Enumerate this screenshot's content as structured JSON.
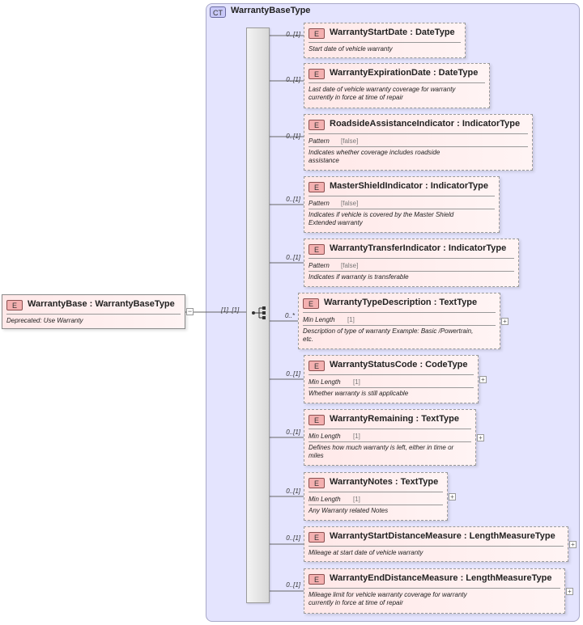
{
  "complex_type": {
    "badge": "CT",
    "name": "WarrantyBaseType"
  },
  "root": {
    "badge": "E",
    "title": "WarrantyBase : WarrantyBaseType",
    "doc": "Deprecated: Use Warranty",
    "collapse_symbol": "−"
  },
  "sequence": {
    "cardinality": "[1]..[1]"
  },
  "elements": [
    {
      "title": "WarrantyStartDate : DateType",
      "card": "0..[1]",
      "doc": [
        "Start date of vehicle warranty"
      ]
    },
    {
      "title": "WarrantyExpirationDate : DateType",
      "card": "0..[1]",
      "doc": [
        "Last date of vehicle warranty coverage for warranty",
        "currently in force at time of repair"
      ]
    },
    {
      "title": "RoadsideAssistanceIndicator : IndicatorType",
      "card": "0..[1]",
      "facet": "Pattern",
      "facet_val": "[false]",
      "doc": [
        "Indicates whether coverage includes roadside",
        "assistance"
      ]
    },
    {
      "title": "MasterShieldIndicator : IndicatorType",
      "card": "0..[1]",
      "facet": "Pattern",
      "facet_val": "[false]",
      "doc": [
        "Indicates if vehicle is covered by the Master Shield",
        "Extended warranty"
      ]
    },
    {
      "title": "WarrantyTransferIndicator : IndicatorType",
      "card": "0..[1]",
      "facet": "Pattern",
      "facet_val": "[false]",
      "doc": [
        "Indicates if warranty is transferable"
      ]
    },
    {
      "title": "WarrantyTypeDescription : TextType",
      "card": "0..*",
      "facet": "Min Length",
      "facet_val": "[1]",
      "doc": [
        "Description of type of warranty Example: Basic /Powertrain,",
        "etc."
      ]
    },
    {
      "title": "WarrantyStatusCode : CodeType",
      "card": "0..[1]",
      "facet": "Min Length",
      "facet_val": "[1]",
      "doc": [
        "Whether warranty is still applicable"
      ]
    },
    {
      "title": "WarrantyRemaining : TextType",
      "card": "0..[1]",
      "facet": "Min Length",
      "facet_val": "[1]",
      "doc": [
        "Defines how much warranty is left, either in time or",
        "miles"
      ]
    },
    {
      "title": "WarrantyNotes : TextType",
      "card": "0..[1]",
      "facet": "Min Length",
      "facet_val": "[1]",
      "doc": [
        "Any Warranty related Notes"
      ]
    },
    {
      "title": "WarrantyStartDistanceMeasure : LengthMeasureType",
      "card": "0..[1]",
      "doc": [
        "Mileage at start date of vehicle warranty"
      ]
    },
    {
      "title": "WarrantyEndDistanceMeasure : LengthMeasureType",
      "card": "0..[1]",
      "doc": [
        "Mileage limit for vehicle warranty coverage for warranty",
        "currently in force at time of repair"
      ]
    }
  ],
  "expand_symbol": "+",
  "element_badge": "E"
}
